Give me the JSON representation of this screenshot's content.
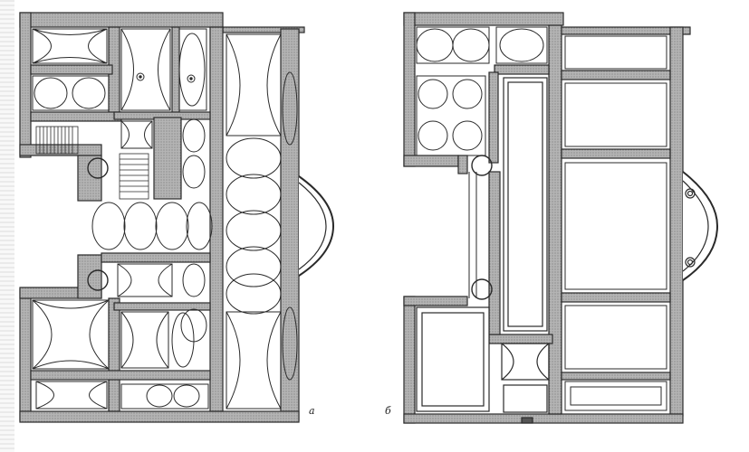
{
  "figure": {
    "panels": [
      {
        "id": "a",
        "label": "a",
        "description_hidden": true
      },
      {
        "id": "b",
        "label": "б"
      }
    ],
    "colors": {
      "wall_fill": "#a8a8a8",
      "wall_stroke": "#2a2a2a",
      "line": "#333333",
      "background": "#ffffff"
    }
  }
}
